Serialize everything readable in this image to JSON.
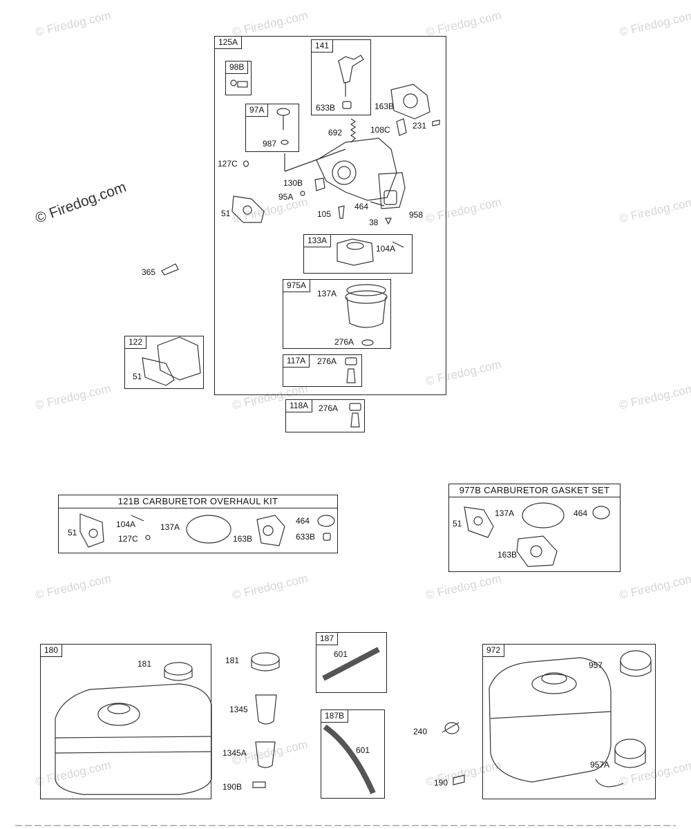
{
  "watermark": {
    "text": "© Firedog.com",
    "prominent_text": "© Firedog.com"
  },
  "carburetor_assembly": {
    "tag": "125A",
    "sub_boxes": {
      "b141": {
        "tag": "141",
        "labels": {
          "p633B": "633B"
        }
      },
      "b98B": {
        "tag": "98B"
      },
      "b97A": {
        "tag": "97A",
        "labels": {
          "p987": "987"
        }
      },
      "b133A": {
        "tag": "133A",
        "labels": {
          "p104A": "104A"
        }
      },
      "b975A": {
        "tag": "975A",
        "labels": {
          "p137A": "137A",
          "p276A": "276A"
        }
      },
      "b117A": {
        "tag": "117A",
        "labels": {
          "p276A": "276A"
        }
      }
    },
    "labels": {
      "p163B": "163B",
      "p231": "231",
      "p692": "692",
      "p108C": "108C",
      "p127C": "127C",
      "p130B": "130B",
      "p95A": "95A",
      "p51": "51",
      "p105": "105",
      "p464": "464",
      "p958": "958",
      "p38": "38"
    }
  },
  "box_118A": {
    "tag": "118A",
    "labels": {
      "p276A": "276A"
    }
  },
  "part_365": "365",
  "box_122": {
    "tag": "122",
    "labels": {
      "p51": "51"
    }
  },
  "overhaul_kit": {
    "title": "121B CARBURETOR OVERHAUL KIT",
    "labels": {
      "p51": "51",
      "p104A": "104A",
      "p127C": "127C",
      "p137A": "137A",
      "p163B": "163B",
      "p464": "464",
      "p633B": "633B"
    }
  },
  "gasket_set": {
    "title": "977B CARBURETOR GASKET SET",
    "labels": {
      "p51": "51",
      "p137A": "137A",
      "p464": "464",
      "p163B": "163B"
    }
  },
  "box_180": {
    "tag": "180",
    "labels": {
      "p181": "181"
    }
  },
  "loose_parts": {
    "p181": "181",
    "p1345": "1345",
    "p1345A": "1345A",
    "p190B": "190B",
    "p240": "240",
    "p190": "190"
  },
  "box_187": {
    "tag": "187",
    "labels": {
      "p601": "601"
    }
  },
  "box_187B": {
    "tag": "187B",
    "labels": {
      "p601": "601"
    }
  },
  "box_972": {
    "tag": "972",
    "labels": {
      "p957": "957",
      "p957A": "957A"
    }
  }
}
